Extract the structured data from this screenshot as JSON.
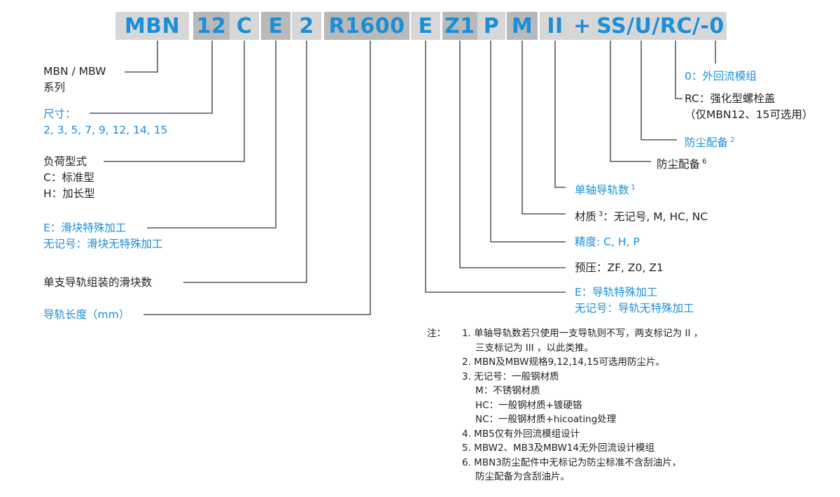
{
  "code_segments": [
    {
      "text": "MBN",
      "shade": "light"
    },
    {
      "text": "12",
      "shade": "dark"
    },
    {
      "text": "C",
      "shade": "light"
    },
    {
      "text": "E",
      "shade": "dark"
    },
    {
      "text": "2",
      "shade": "light"
    },
    {
      "text": "R1600",
      "shade": "dark"
    },
    {
      "text": "E",
      "shade": "light"
    },
    {
      "text": "Z1",
      "shade": "dark"
    },
    {
      "text": "P",
      "shade": "light"
    },
    {
      "text": "M",
      "shade": "dark"
    },
    {
      "text": "II",
      "shade": "light"
    },
    {
      "text": "+",
      "shade": "light"
    },
    {
      "text": "SS/U/RC/-0",
      "shade": "light"
    }
  ],
  "left_labels": {
    "series": {
      "line1": "MBN / MBW",
      "line2": "系列"
    },
    "size": {
      "line1": "尺寸：",
      "line2": "2, 3, 5, 7, 9, 12, 14, 15"
    },
    "load": {
      "line1": "负荷型式",
      "line2": "C：标准型",
      "line3": "H：加长型"
    },
    "block_special": {
      "line1": "E：滑块特殊加工",
      "line2": "无记号：滑块无特殊加工"
    },
    "block_count": {
      "line1": "单支导轨组装的滑块数"
    },
    "rail_length": {
      "line1": "导轨长度（mm）"
    }
  },
  "right_labels": {
    "recirc": {
      "line1": "0：外回流模组"
    },
    "rc": {
      "line1": "RC：强化型螺栓盖",
      "line2": "（仅MBN12、15可选用）"
    },
    "dust2": {
      "text": "防尘配备",
      "sup": "2"
    },
    "dust6": {
      "text": "防尘配备",
      "sup": "6"
    },
    "rail_count": {
      "text": "单轴导轨数",
      "sup": "1"
    },
    "material": {
      "pre": "材质",
      "sup": "3",
      "post": "：无记号, M, HC, NC"
    },
    "precision": {
      "text": "精度: C, H, P"
    },
    "preload": {
      "text": "预压：ZF, Z0, Z1"
    },
    "rail_special": {
      "line1": "E：导轨特殊加工",
      "line2": "无记号：导轨无特殊加工"
    }
  },
  "notes": {
    "heading": "注：",
    "items": [
      {
        "line1": "1. 单轴导轨数若只使用一支导轨则不写，两支标记为 II ，",
        "line2": "三支标记为 III ，以此类推。"
      },
      {
        "line1": "2. MBN及MBW规格9,12,14,15可选用防尘片。"
      },
      {
        "line1": "3. 无记号：一般钢材质",
        "line2": "M：不锈钢材质",
        "line3": "HC：一般钢材质+镀硬铬",
        "line4": "NC：一般钢材质+hicoating处理"
      },
      {
        "line1": "4. MB5仅有外回流模组设计"
      },
      {
        "line1": "5. MBW2、MB3及MBW14无外回流设计模组"
      },
      {
        "line1": "6. MBN3防尘配件中无标记为防尘标准不含刮油片，",
        "line2": "防尘配备为含刮油片。"
      }
    ]
  },
  "colors": {
    "accent_blue": "#1a8fd8",
    "segment_light": "#d7d7d7",
    "segment_dark": "#b9b9b9",
    "line": "#333333"
  }
}
